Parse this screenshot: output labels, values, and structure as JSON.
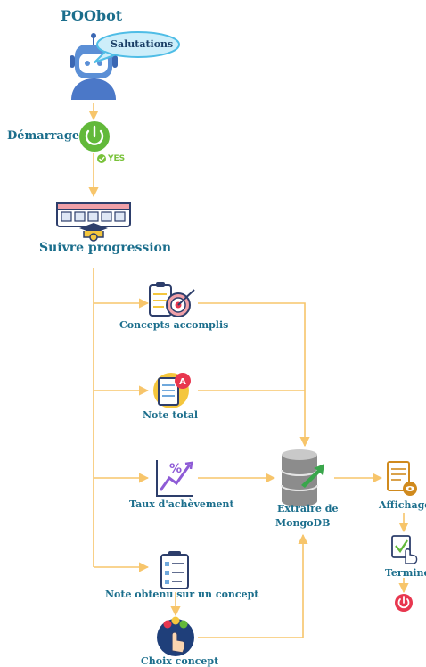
{
  "colors": {
    "arrow": "#f7c56b",
    "label": "#1b6e8c",
    "green": "#62b93a",
    "red": "#e8374f",
    "bubble": "#6fd0f0"
  },
  "bot": {
    "title": "POObot",
    "bubble": "Salutations"
  },
  "start": {
    "label": "Démarrage",
    "yes": "YES"
  },
  "progress": {
    "label": "Suivre progression"
  },
  "branches": {
    "concepts": "Concepts accomplis",
    "total": "Note total",
    "rate": "Taux d'achèvement",
    "per_concept": "Note obtenu sur un concept",
    "choose": "Choix concept"
  },
  "db": {
    "line1": "Extraire de",
    "line2": "MongoDB"
  },
  "display": {
    "label": "Affichage"
  },
  "done": {
    "label": "Terminé"
  },
  "icons": [
    "robot-icon",
    "speech-bubble-icon",
    "power-icon",
    "check-icon",
    "progress-board-icon",
    "target-icon",
    "grade-icon",
    "growth-chart-icon",
    "checklist-icon",
    "touch-choice-icon",
    "database-icon",
    "display-doc-icon",
    "approved-doc-icon",
    "stop-icon"
  ]
}
